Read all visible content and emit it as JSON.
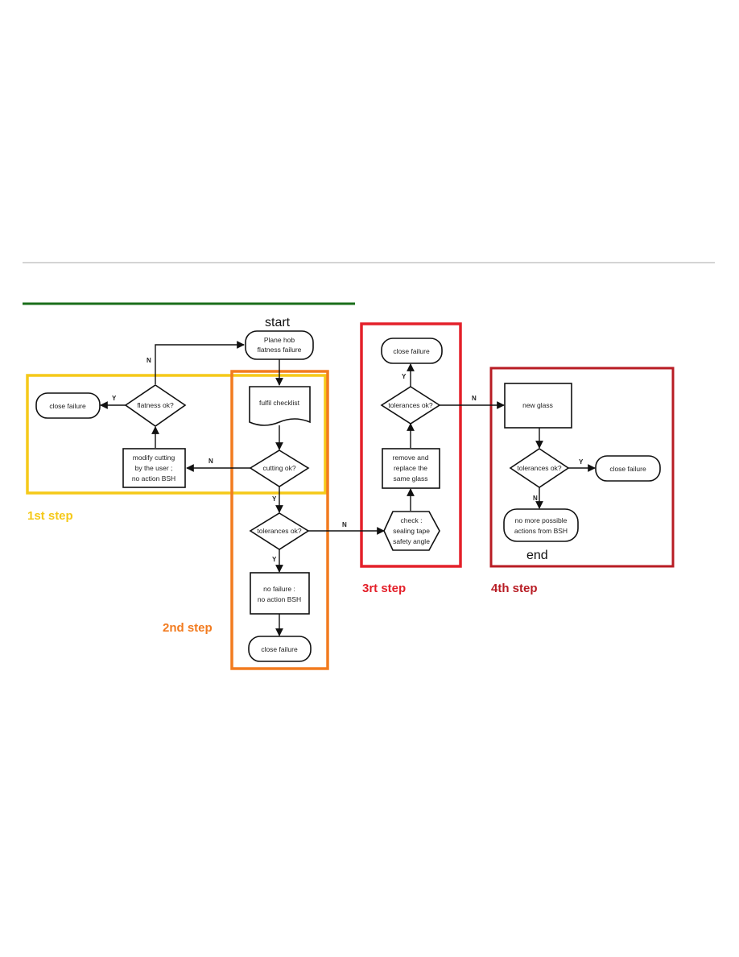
{
  "colors": {
    "step1": "#f5c919",
    "step2": "#f27b1f",
    "step3": "#e4202a",
    "step4": "#b81c24",
    "green_rule": "#1a6e1a",
    "gray_rule": "#aaaaaa"
  },
  "labels": {
    "start": "start",
    "end": "end",
    "step1": "1st step",
    "step2": "2nd step",
    "step3": "3rt step",
    "step4": "4th step"
  },
  "nodes": {
    "plane_hob": [
      "Plane hob",
      "flatness failure"
    ],
    "flatness_ok": [
      "flatness ok?"
    ],
    "close_failure_1": [
      "close failure"
    ],
    "fulfil_checklist": [
      "fulfil checklist"
    ],
    "modify_cutting": [
      "modify cutting",
      "by the user ;",
      "no action BSH"
    ],
    "cutting_ok": [
      "cutting ok?"
    ],
    "tolerances_ok_2": [
      "tolerances ok?"
    ],
    "no_failure": [
      "no failure :",
      "no action BSH"
    ],
    "close_failure_2": [
      "close failure"
    ],
    "close_failure_3": [
      "close failure"
    ],
    "tolerances_ok_3": [
      "tolerances ok?"
    ],
    "remove_replace": [
      "remove and",
      "replace the",
      "same glass"
    ],
    "check_sealing": [
      "check :",
      "sealing tape",
      "safety angle"
    ],
    "new_glass": [
      "new glass"
    ],
    "tolerances_ok_4": [
      "tolerances ok?"
    ],
    "close_failure_4": [
      "close failure"
    ],
    "no_more_actions": [
      "no more possible",
      "actions from BSH"
    ]
  },
  "edge_labels": {
    "flatness_n": "N",
    "flatness_y": "Y",
    "cutting_n": "N",
    "cutting_y": "Y",
    "tol2_n": "N",
    "tol2_y": "Y",
    "tol3_y": "Y",
    "tol3_n": "N",
    "tol4_y": "Y",
    "tol4_n": "N"
  }
}
